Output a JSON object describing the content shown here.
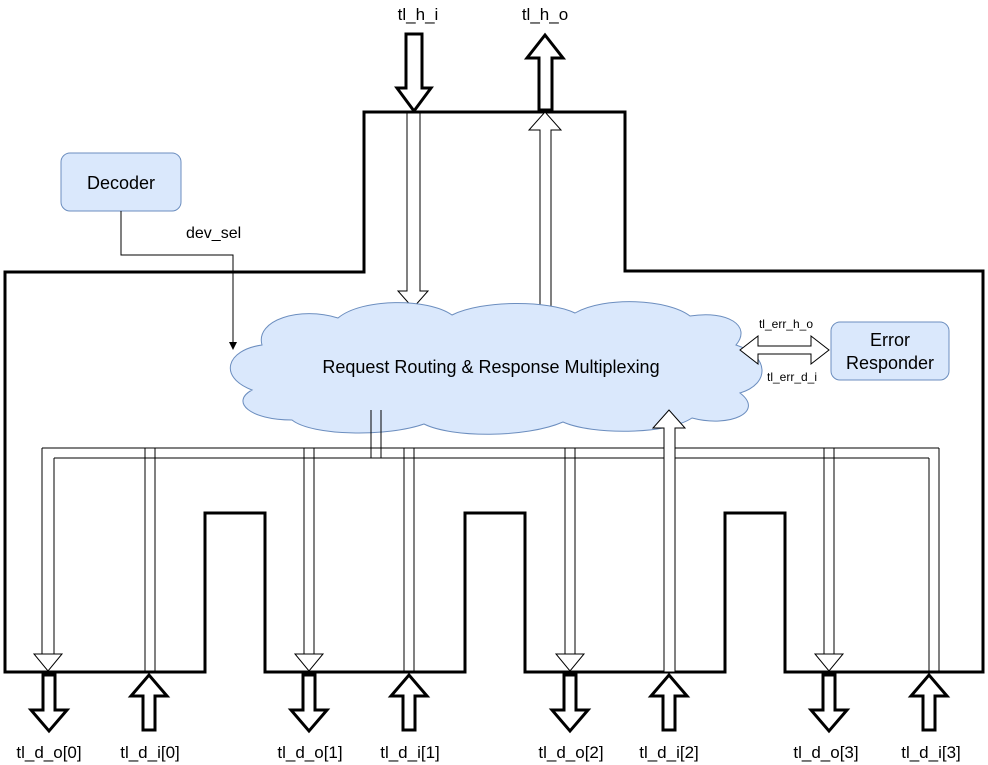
{
  "colors": {
    "box_fill": "#dae8fc",
    "box_stroke": "#6c8ebf",
    "line": "#000000",
    "background": "#ffffff"
  },
  "top_ports": {
    "host_in": "tl_h_i",
    "host_out": "tl_h_o"
  },
  "decoder": {
    "label": "Decoder",
    "signal": "dev_sel"
  },
  "router": {
    "label": "Request Routing & Response Multiplexing"
  },
  "error_responder": {
    "line1": "Error",
    "line2": "Responder",
    "signal_out": "tl_err_h_o",
    "signal_in": "tl_err_d_i"
  },
  "bottom_ports": [
    {
      "label": "tl_d_o[0]",
      "direction": "down"
    },
    {
      "label": "tl_d_i[0]",
      "direction": "up"
    },
    {
      "label": "tl_d_o[1]",
      "direction": "down"
    },
    {
      "label": "tl_d_i[1]",
      "direction": "up"
    },
    {
      "label": "tl_d_o[2]",
      "direction": "down"
    },
    {
      "label": "tl_d_i[2]",
      "direction": "up"
    },
    {
      "label": "tl_d_o[3]",
      "direction": "down"
    },
    {
      "label": "tl_d_i[3]",
      "direction": "up"
    }
  ]
}
